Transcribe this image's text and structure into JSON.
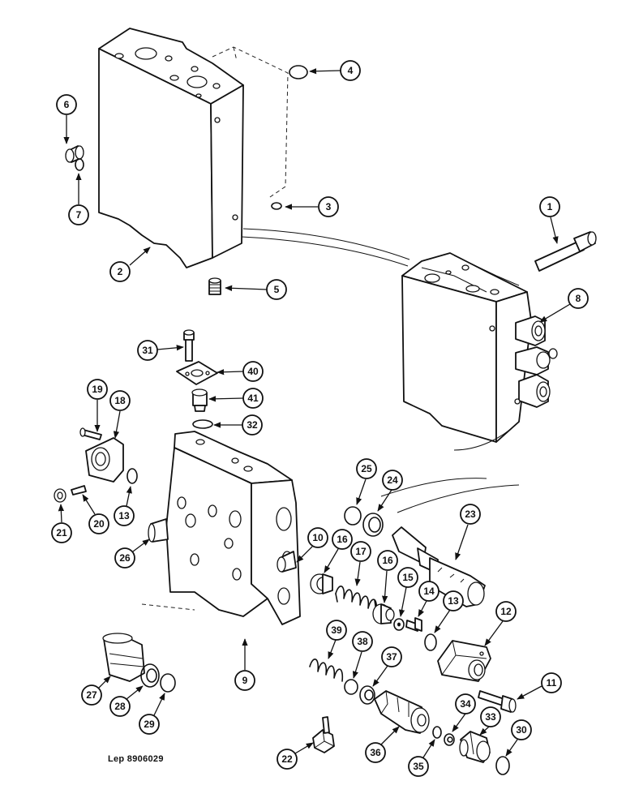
{
  "diagram": {
    "reference": "Lep 8906029",
    "callouts": [
      "1",
      "2",
      "3",
      "4",
      "5",
      "6",
      "7",
      "8",
      "9",
      "10",
      "11",
      "12",
      "13",
      "13",
      "14",
      "15",
      "16",
      "16",
      "17",
      "18",
      "19",
      "20",
      "21",
      "22",
      "23",
      "24",
      "25",
      "26",
      "27",
      "28",
      "29",
      "30",
      "31",
      "32",
      "33",
      "34",
      "35",
      "36",
      "37",
      "38",
      "39",
      "40",
      "41"
    ]
  }
}
